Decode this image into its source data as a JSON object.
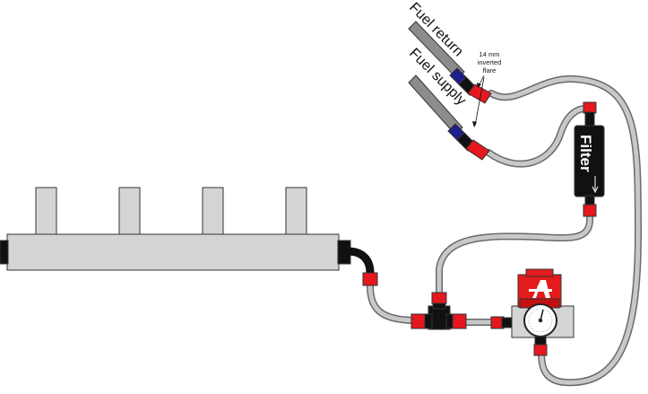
{
  "labels": {
    "fuel_return": "Fuel return",
    "fuel_supply": "Fuel supply",
    "flare_line1": "14 mm",
    "flare_line2": "inverted",
    "flare_line3": "flare",
    "filter": "Filter"
  },
  "colors": {
    "hose": "#c8c8c8",
    "hose_outline": "#6a6a6a",
    "fitting_red": "#e4181e",
    "fitting_black": "#111111",
    "fitting_blue": "#1e1e8c",
    "rail": "#d4d4d4",
    "regulator_red": "#e31b1b"
  }
}
